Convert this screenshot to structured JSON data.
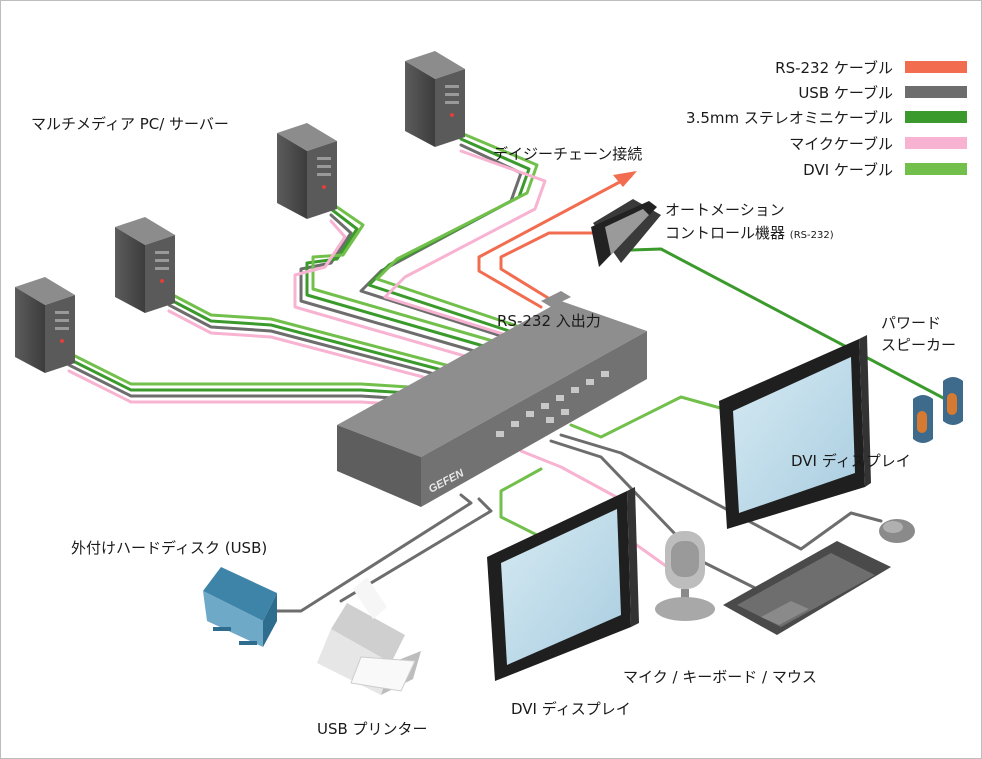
{
  "legend": [
    {
      "label": "RS-232 ケーブル",
      "color": "#f26c4f"
    },
    {
      "label": "USB ケーブル",
      "color": "#6d6d6d"
    },
    {
      "label": "3.5mm ステレオミニケーブル",
      "color": "#3b9a2c"
    },
    {
      "label": "マイクケーブル",
      "color": "#f7b3d1"
    },
    {
      "label": "DVI ケーブル",
      "color": "#72c04b"
    }
  ],
  "labels": {
    "multimedia_pc": "マルチメディア PC/ サーバー",
    "daisy_chain": "デイジーチェーン接続",
    "automation_line1": "オートメーション",
    "automation_line2": "コントロール機器",
    "automation_rs232": "(RS-232)",
    "rs232_io": "RS-232 入出力",
    "speaker_line1": "パワード",
    "speaker_line2": "スピーカー",
    "dvi_display_right": "DVI ディスプレイ",
    "external_hdd": "外付けハードディスク (USB)",
    "mic_kbd_mouse": "マイク / キーボード / マウス",
    "dvi_display_center": "DVI ディスプレイ",
    "usb_printer": "USB プリンター",
    "brand": "GEFEN"
  },
  "colors": {
    "device_gray": "#7a7a7a",
    "screen_blue": "#c4dde8",
    "monitor_black": "#1f1f1f"
  }
}
